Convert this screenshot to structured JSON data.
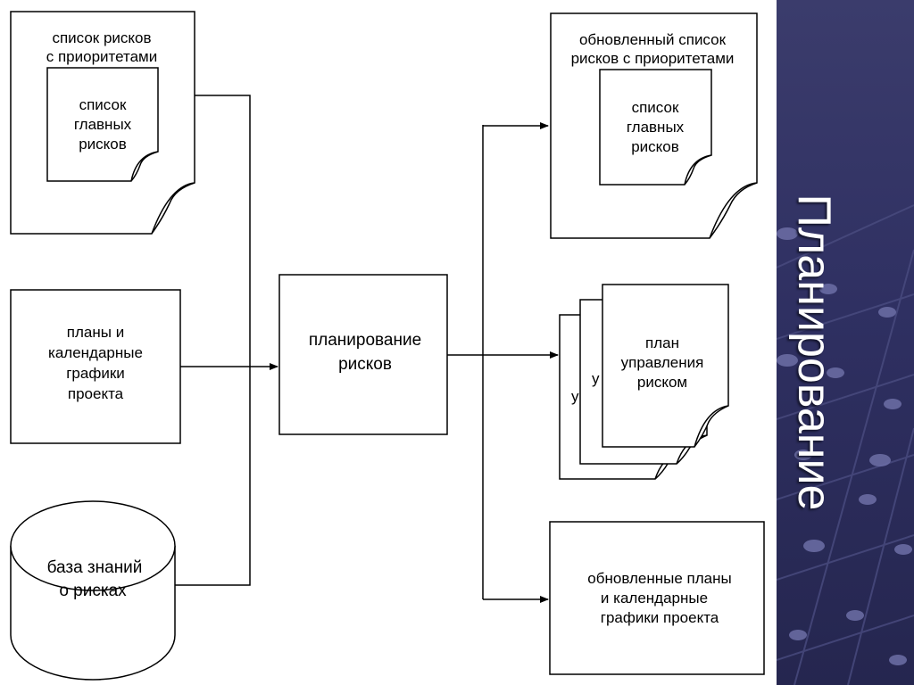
{
  "slide": {
    "title": "Планирование",
    "accent_color": "#2f3062",
    "background_color": "#ffffff"
  },
  "diagram": {
    "inputs": {
      "risk_list": {
        "label_lines": [
          "список рисков",
          "с приоритетами"
        ],
        "inner_label_lines": [
          "список",
          "главных",
          "рисков"
        ]
      },
      "project_plans": {
        "label_lines": [
          "планы и",
          "календарные",
          "графики",
          "проекта"
        ]
      },
      "knowledge_base": {
        "label_lines": [
          "база знаний",
          "о рисках"
        ]
      }
    },
    "process": {
      "label_lines": [
        "планирование",
        "рисков"
      ]
    },
    "outputs": {
      "updated_risk_list": {
        "label_lines": [
          "обновленный список",
          "рисков с приоритетами"
        ],
        "inner_label_lines": [
          "список",
          "главных",
          "рисков"
        ]
      },
      "risk_management_plan": {
        "label_lines": [
          "план",
          "управления",
          "риском"
        ],
        "back_fragments": [
          "у",
          "у"
        ]
      },
      "updated_plans": {
        "label_lines": [
          "обновленные планы",
          "и календарные",
          "графики проекта"
        ]
      }
    }
  }
}
